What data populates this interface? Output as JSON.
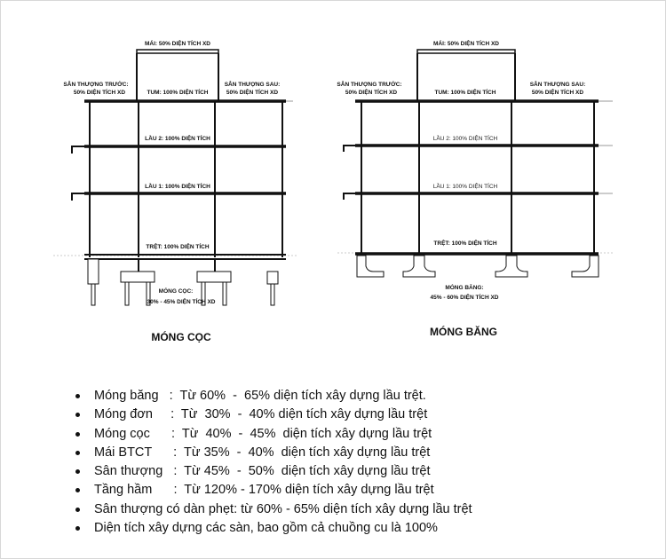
{
  "diagram_left": {
    "roof_label": "MÁI: 50% DIỆN TÍCH XD",
    "front_terrace_line1": "SÂN THƯỢNG TRƯỚC:",
    "front_terrace_line2": "50% DIỆN TÍCH XD",
    "back_terrace_line1": "SÂN THƯỢNG SAU:",
    "back_terrace_line2": "50% DIỆN TÍCH XD",
    "tum_label": "TUM: 100% DIỆN TÍCH",
    "floor2_label": "LẦU 2: 100% DIỆN TÍCH",
    "floor1_label": "LẦU 1: 100% DIỆN TÍCH",
    "ground_label": "TRỆT: 100% DIỆN TÍCH",
    "foundation_line1": "MÓNG CỌC:",
    "foundation_line2": "30% - 45% DIỆN TÍCH XD",
    "caption": "MÓNG CỌC"
  },
  "diagram_right": {
    "roof_label": "MÁI: 50% DIỆN TÍCH XD",
    "front_terrace_line1": "SÂN THƯỢNG TRƯỚC:",
    "front_terrace_line2": "50% DIỆN TÍCH XD",
    "back_terrace_line1": "SÂN THƯỢNG SAU:",
    "back_terrace_line2": "50% DIỆN TÍCH XD",
    "tum_label": "TUM: 100% DIỆN TÍCH",
    "floor2_label": "LẦU 2: 100% DIỆN TÍCH",
    "floor1_label": "LẦU 1: 100% DIỆN TÍCH",
    "ground_label": "TRỆT: 100% DIỆN TÍCH",
    "foundation_line1": "MÓNG BĂNG:",
    "foundation_line2": "45% - 60% DIỆN TÍCH XD",
    "caption": "MÓNG BĂNG"
  },
  "notes": [
    "Móng băng   :  Từ 60%  -  65% diện tích xây dựng lầu trệt.",
    "Móng đơn     :  Từ  30%  -  40% diện tích xây dựng lầu trệt",
    "Móng cọc      :  Từ  40%  -  45%  diện tích xây dựng lầu trệt",
    "Mái BTCT      :  Từ 35%  -  40%  diện tích xây dựng lầu trệt",
    "Sân thượng   :  Từ 45%  -  50%  diện tích xây dựng lầu trệt",
    "Tầng hầm      :  Từ 120% - 170% diện tích xây dựng lầu trệt",
    "Sân thượng có dàn phẹt: từ 60% - 65% diện tích xây dựng lầu trệt",
    "Diện tích xây dựng các sàn, bao gồm cả chuồng cu là 100%"
  ]
}
